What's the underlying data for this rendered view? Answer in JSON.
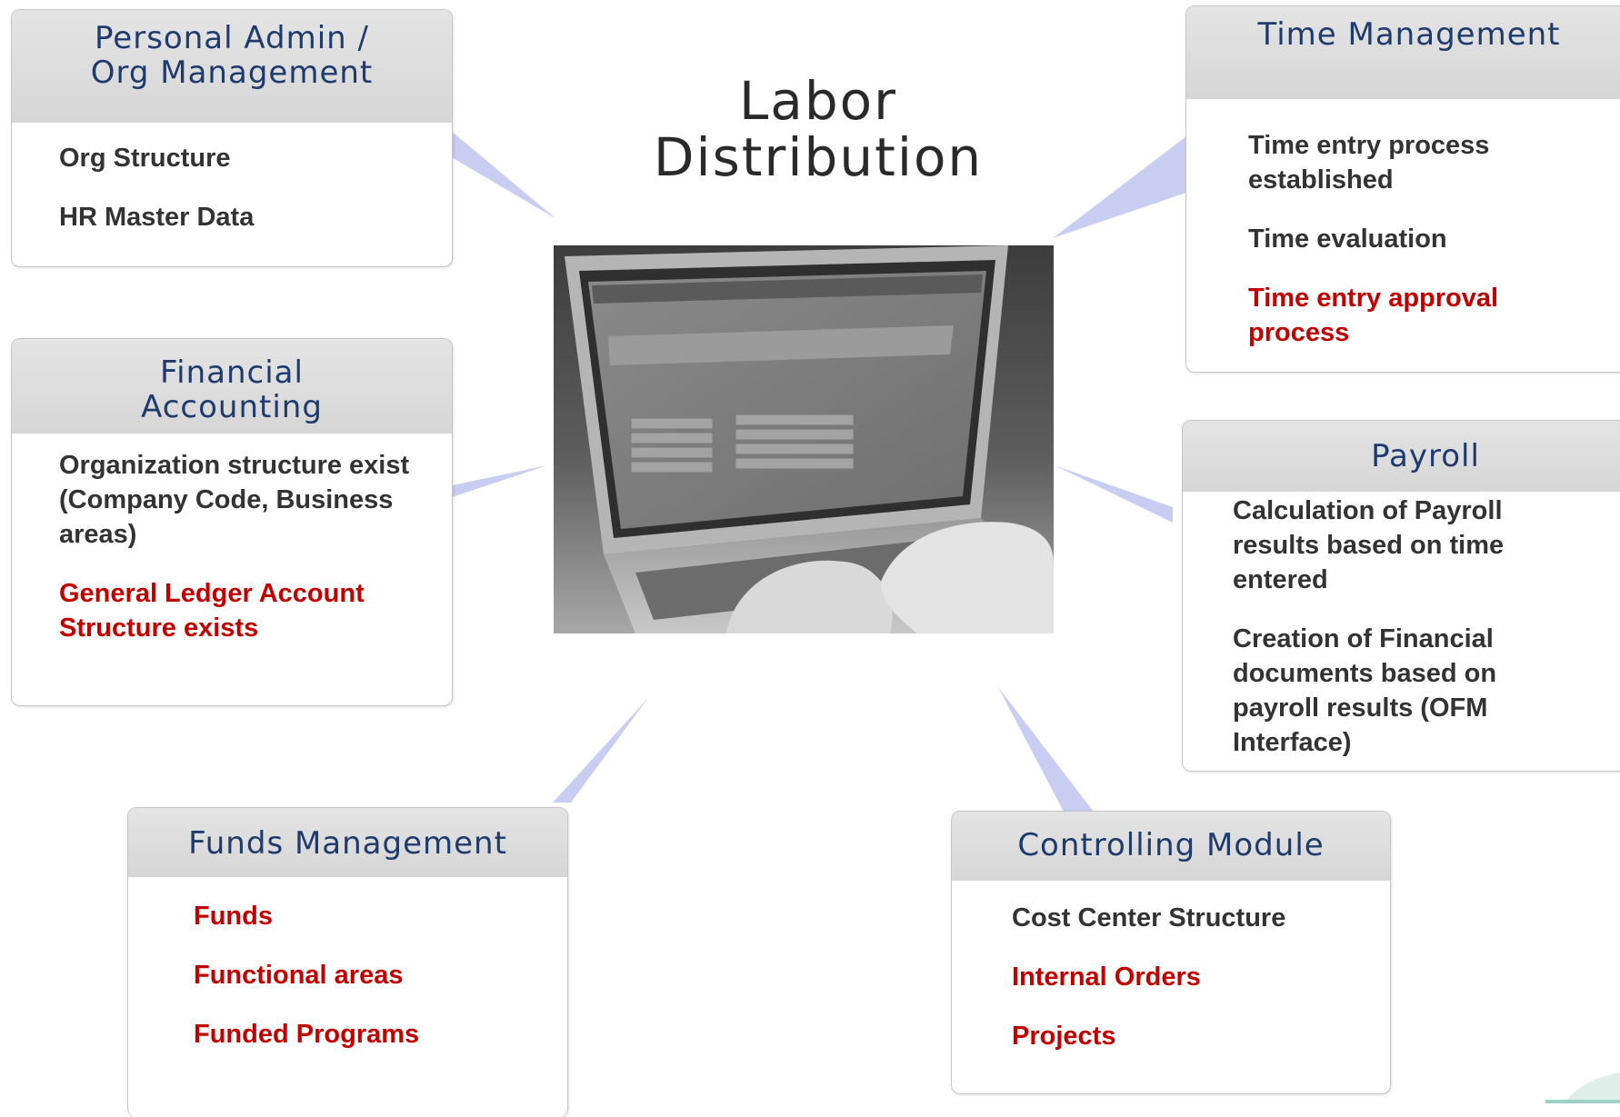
{
  "title": {
    "line1": "Labor",
    "line2": "Distribution"
  },
  "boxes": {
    "personal_admin": {
      "header": [
        "Personal Admin /",
        "Org Management"
      ],
      "items": [
        {
          "text": "Org Structure",
          "highlight": false
        },
        {
          "text": "HR Master Data",
          "highlight": false
        }
      ]
    },
    "financial_accounting": {
      "header": [
        "Financial",
        "Accounting"
      ],
      "items": [
        {
          "text": "Organization structure exist (Company Code, Business areas)",
          "highlight": false
        },
        {
          "text": "General Ledger Account Structure exists",
          "highlight": true
        }
      ]
    },
    "funds_management": {
      "header": [
        "Funds Management"
      ],
      "items": [
        {
          "text": "Funds",
          "highlight": true
        },
        {
          "text": "Functional areas",
          "highlight": true
        },
        {
          "text": "Funded Programs",
          "highlight": true
        }
      ]
    },
    "time_management": {
      "header": [
        "Time Management"
      ],
      "items": [
        {
          "text": "Time entry process established",
          "highlight": false
        },
        {
          "text": "Time evaluation",
          "highlight": false
        },
        {
          "text": "Time entry approval process",
          "highlight": true
        }
      ]
    },
    "payroll": {
      "header": [
        "Payroll"
      ],
      "items": [
        {
          "text": "Calculation of Payroll results based on time entered",
          "highlight": false
        },
        {
          "text": "Creation of Financial documents based on payroll results (OFM Interface)",
          "highlight": false
        }
      ]
    },
    "controlling": {
      "header": [
        "Controlling Module"
      ],
      "items": [
        {
          "text": "Cost Center Structure",
          "highlight": false
        },
        {
          "text": "Internal Orders",
          "highlight": true
        },
        {
          "text": "Projects",
          "highlight": true
        }
      ]
    }
  },
  "colors": {
    "header_text": "#1f3b6e",
    "item_text": "#333333",
    "highlight_text": "#c10000",
    "connector": "#c9cdf2"
  },
  "image": {
    "subject": "laptop-with-hands-typing"
  }
}
